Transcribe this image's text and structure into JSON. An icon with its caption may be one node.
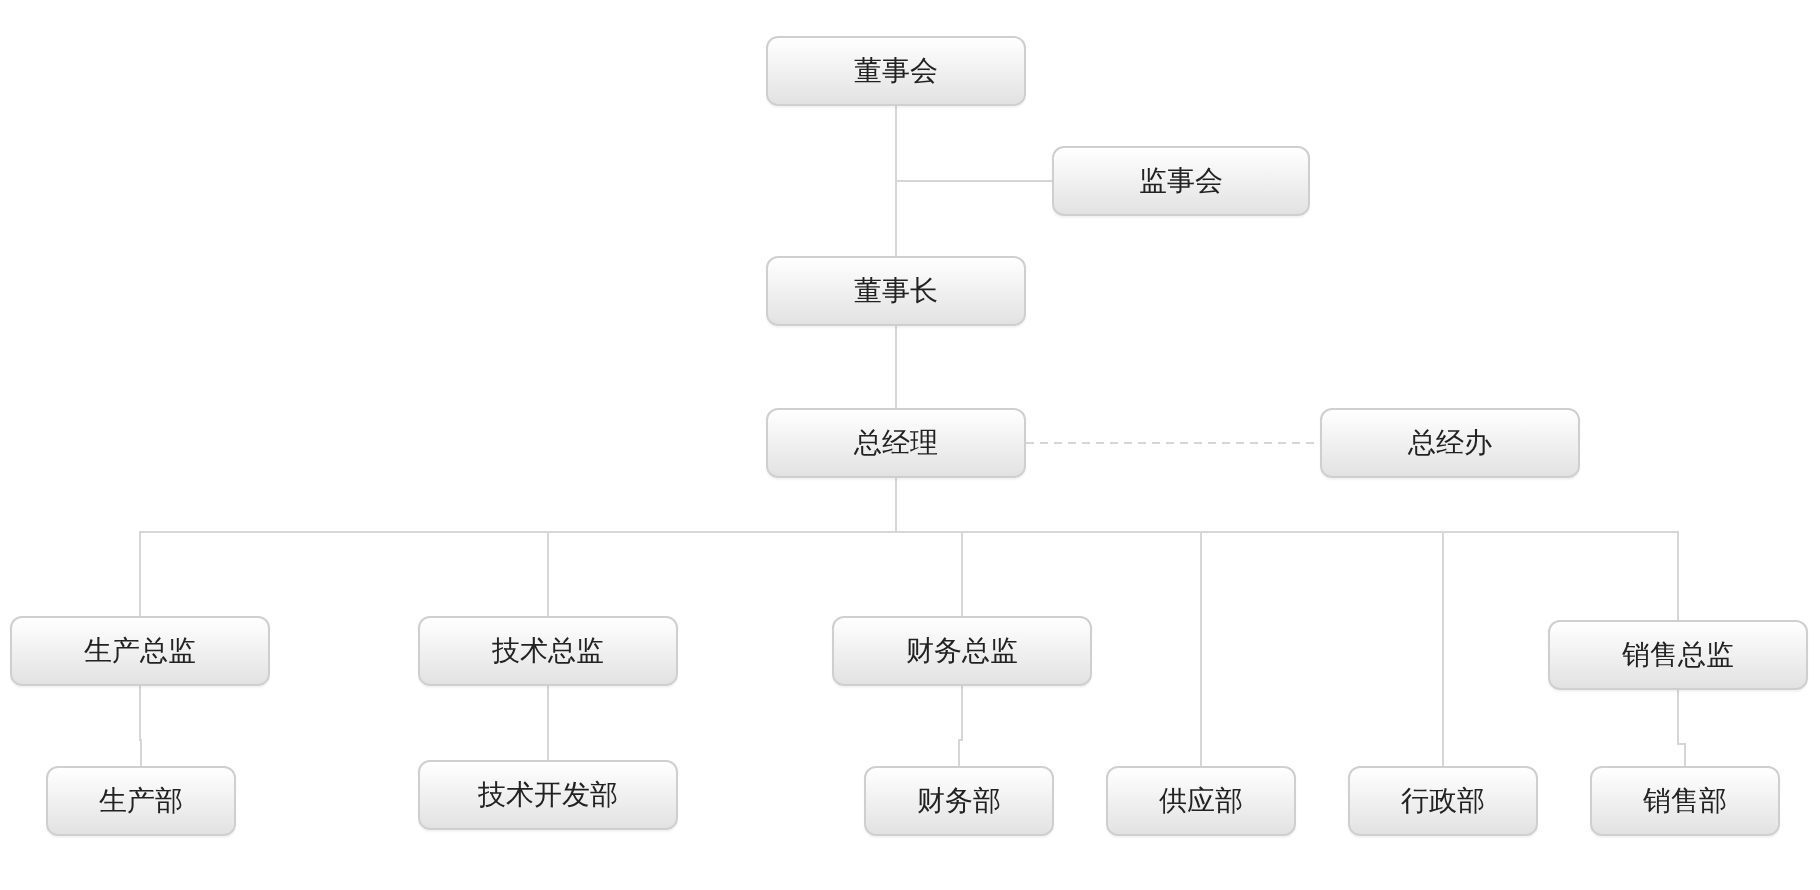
{
  "diagram": {
    "nodes": [
      {
        "text": [
          "董事会"
        ]
      },
      {
        "text": [
          "监事会"
        ]
      },
      {
        "text": [
          "董事长"
        ]
      },
      {
        "text": [
          "总经理"
        ]
      },
      {
        "text": [
          "总经办"
        ]
      },
      {
        "text": [
          "生产总监"
        ]
      },
      {
        "text": [
          "技术总监"
        ]
      },
      {
        "text": [
          "财务总监"
        ]
      },
      {
        "text": [
          "销售总监"
        ]
      },
      {
        "text": [
          "生产部"
        ]
      },
      {
        "text": [
          "技术开发部"
        ]
      },
      {
        "text": [
          "财务部"
        ]
      },
      {
        "text": [
          "供应部"
        ]
      },
      {
        "text": [
          "行政部"
        ]
      },
      {
        "text": [
          "销售部"
        ]
      }
    ],
    "edges": [
      {
        "from": 0,
        "to": 2,
        "arrow": "none"
      },
      {
        "from": 0,
        "to": 1,
        "arrow": "none"
      },
      {
        "from": 2,
        "to": 3,
        "arrow": "none"
      },
      {
        "from": 3,
        "to": 4,
        "arrow": "none",
        "style": "dashed"
      },
      {
        "from": 3,
        "to": 5,
        "arrow": "none"
      },
      {
        "from": 3,
        "to": 6,
        "arrow": "none"
      },
      {
        "from": 3,
        "to": 7,
        "arrow": "none"
      },
      {
        "from": 3,
        "to": 12,
        "arrow": "none"
      },
      {
        "from": 3,
        "to": 13,
        "arrow": "none"
      },
      {
        "from": 3,
        "to": 8,
        "arrow": "none"
      },
      {
        "from": 5,
        "to": 9,
        "arrow": "none"
      },
      {
        "from": 6,
        "to": 10,
        "arrow": "none"
      },
      {
        "from": 7,
        "to": 11,
        "arrow": "none"
      },
      {
        "from": 8,
        "to": 14,
        "arrow": "none"
      }
    ]
  }
}
